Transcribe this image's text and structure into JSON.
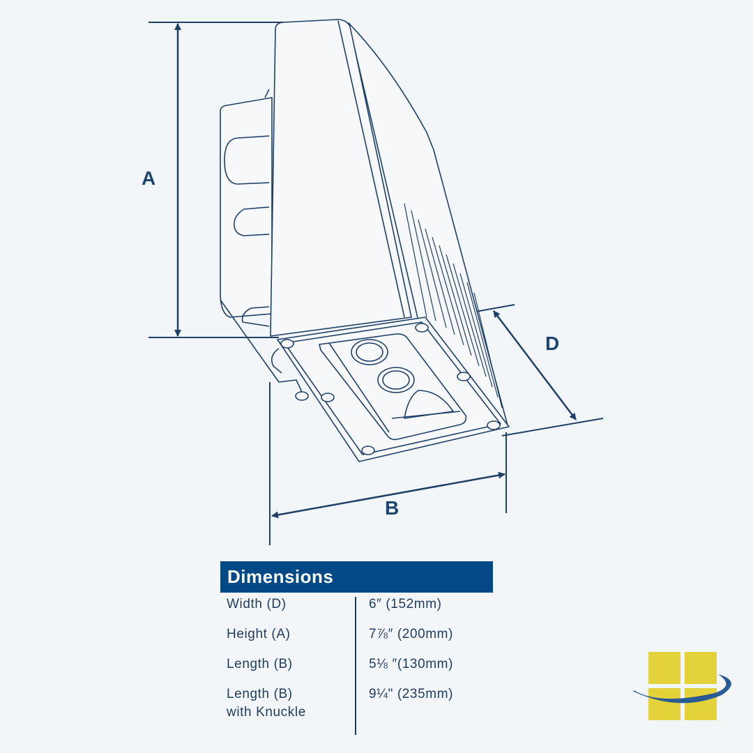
{
  "diagram": {
    "dimension_labels": {
      "a": "A",
      "b": "B",
      "d": "D"
    },
    "line_color": "#1e3f66",
    "accent_color": "#024985"
  },
  "table": {
    "title": "Dimensions",
    "rows": [
      {
        "label": "Width (D)",
        "value": "6″ (152mm)"
      },
      {
        "label": "Height (A)",
        "value": "7⅞″ (200mm)"
      },
      {
        "label": "Length (B)",
        "value": "5⅛ ″(130mm)"
      },
      {
        "label": "Length (B)\nwith Knuckle",
        "value": "9¼\" (235mm)"
      }
    ]
  },
  "logo": {
    "colors": {
      "squares": "#e3d23a",
      "swoosh": "#2a5a94"
    }
  }
}
